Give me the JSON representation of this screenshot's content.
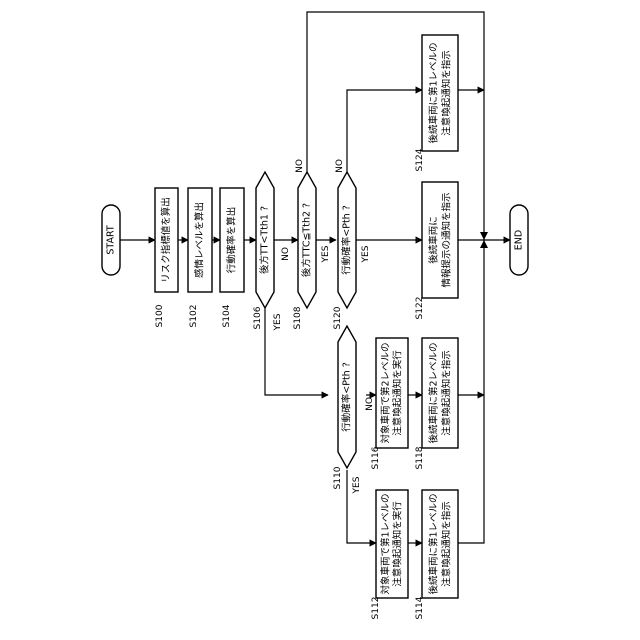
{
  "terminals": {
    "start": "START",
    "end": "END"
  },
  "process": {
    "s100": "リスク指標値を算出",
    "s102": "感情レベルを算出",
    "s104": "行動確率を算出",
    "s112_l1": "対象車両で第1レベルの",
    "s112_l2": "注意喚起通知を実行",
    "s114_l1": "後続車両に第1レベルの",
    "s114_l2": "注意喚起通知を指示",
    "s116_l1": "対象車両で第2レベルの",
    "s116_l2": "注意喚起通知を実行",
    "s118_l1": "後続車両に第2レベルの",
    "s118_l2": "注意喚起通知を指示",
    "s122_l1": "後続車両に",
    "s122_l2": "情報提示の通知を指示",
    "s124_l1": "後続車両に第1レベルの",
    "s124_l2": "注意喚起通知を指示"
  },
  "decisions": {
    "s106": "後方TT<Tth1 ?",
    "s108": "後方TTC≦Tth2 ?",
    "s110": "行動確率<Pth ?",
    "s120": "行動確率<Pth ?"
  },
  "branch_labels": {
    "yes": "YES",
    "no": "NO"
  },
  "step_ids": {
    "s100": "S100",
    "s102": "S102",
    "s104": "S104",
    "s106": "S106",
    "s108": "S108",
    "s110": "S110",
    "s112": "S112",
    "s114": "S114",
    "s116": "S116",
    "s118": "S118",
    "s120": "S120",
    "s122": "S122",
    "s124": "S124"
  }
}
